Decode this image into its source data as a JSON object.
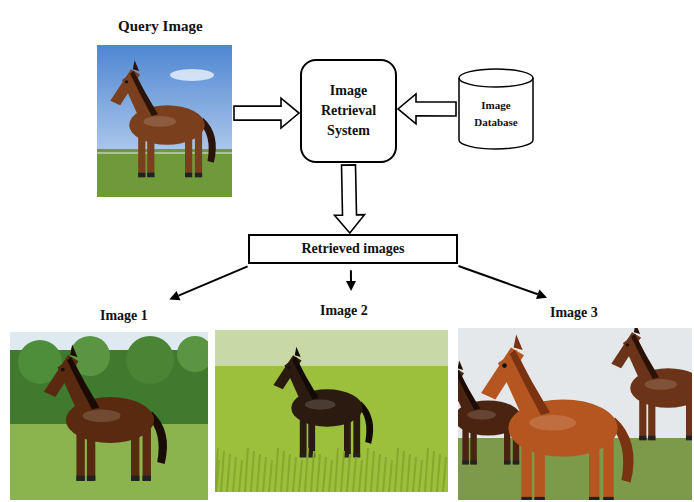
{
  "diagram": {
    "nodes": [
      {
        "text": [
          "Query Image"
        ]
      },
      {
        "text": [
          "Image Retrieval System"
        ]
      },
      {
        "text": [
          "Image Database"
        ]
      },
      {
        "text": [
          "Retrieved images"
        ]
      },
      {
        "text": [
          "Image 1"
        ]
      },
      {
        "text": [
          "Image 2"
        ]
      },
      {
        "text": [
          "Image 3"
        ]
      }
    ],
    "edges": [
      {
        "from": 0,
        "to": 1,
        "arrow": "to"
      },
      {
        "from": 2,
        "to": 1,
        "arrow": "to"
      },
      {
        "from": 1,
        "to": 3,
        "arrow": "to"
      },
      {
        "from": 3,
        "to": 4,
        "arrow": "to"
      },
      {
        "from": 3,
        "to": 5,
        "arrow": "to"
      },
      {
        "from": 3,
        "to": 6,
        "arrow": "to"
      }
    ]
  }
}
